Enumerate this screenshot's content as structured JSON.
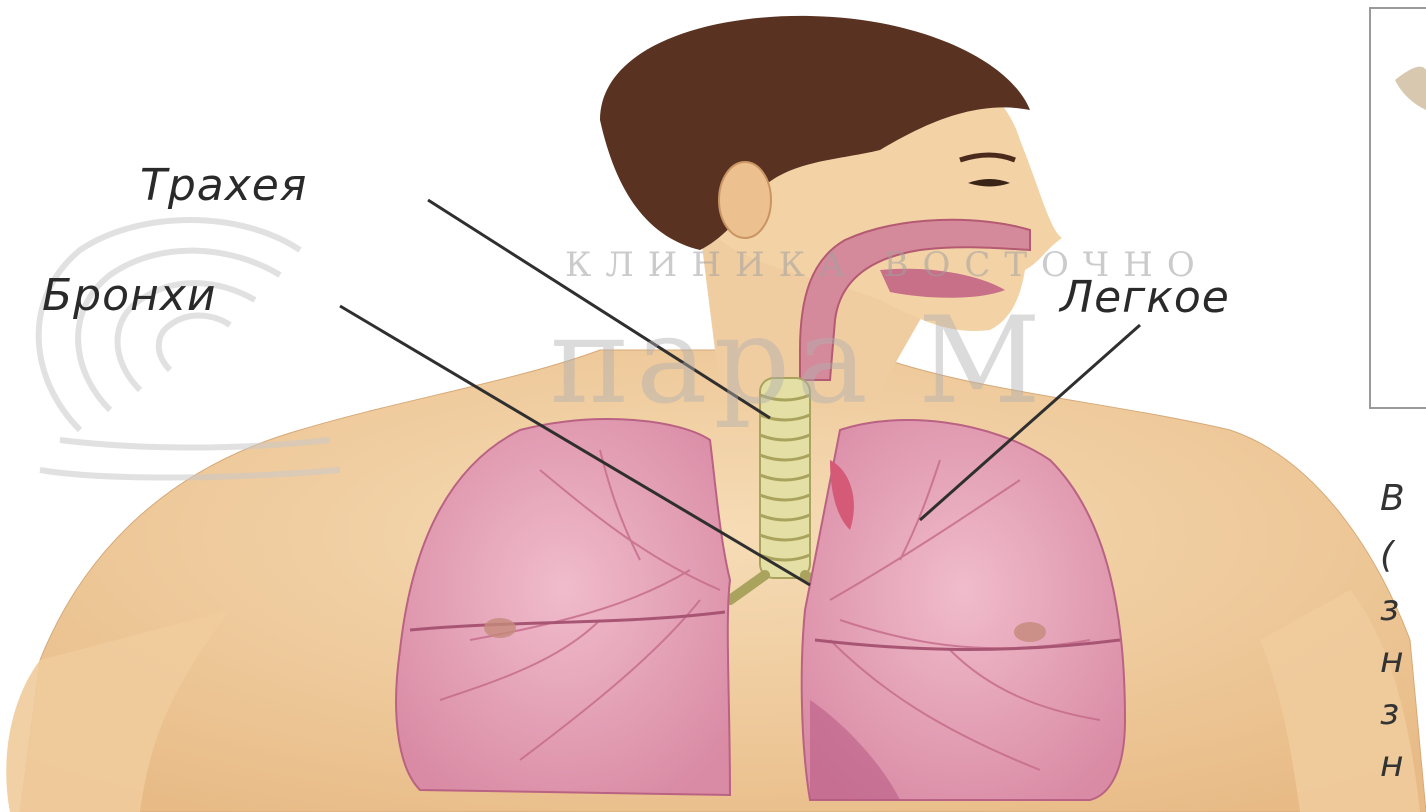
{
  "labels": {
    "trachea": "Трахея",
    "bronchi": "Бронхи",
    "lung": "Легкое"
  },
  "watermark": {
    "line1": "КЛИНИКА ВОСТОЧНО",
    "line2": "пара М"
  },
  "right_text_fragments": [
    "В",
    "(",
    "з",
    "н",
    "з",
    "н"
  ],
  "colors": {
    "skin": "#f2d3a8",
    "skin_shadow": "#e2b07c",
    "hair": "#5a3222",
    "lung": "#e7a9bd",
    "lung_vein": "#c46a8a",
    "trachea": "#d9d59a",
    "airway": "#b45a72",
    "line": "#2f2f2f"
  },
  "icons": [
    "watermark-logo-icon"
  ]
}
